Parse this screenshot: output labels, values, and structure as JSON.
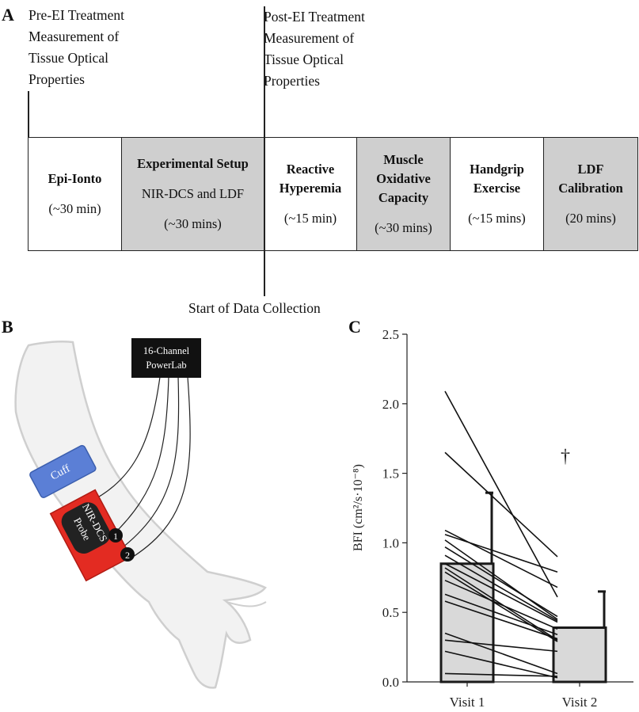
{
  "panels": {
    "a": "A",
    "b": "B",
    "c": "C"
  },
  "timeline": {
    "pre_label": [
      "Pre-EI Treatment",
      "Measurement of",
      "Tissue Optical",
      "Properties"
    ],
    "post_label": [
      "Post-EI Treatment",
      "Measurement of",
      "Tissue Optical",
      "Properties"
    ],
    "start_label": "Start of Data Collection",
    "steps": [
      {
        "title": [
          "Epi-Ionto"
        ],
        "sub": [
          "(~30 min)"
        ],
        "shaded": false
      },
      {
        "title": [
          "Experimental Setup"
        ],
        "sub": [
          "NIR-DCS and LDF",
          "(~30 mins)"
        ],
        "shaded": true
      },
      {
        "title": [
          "Reactive",
          "Hyperemia"
        ],
        "sub": [
          "(~15 min)"
        ],
        "shaded": false
      },
      {
        "title": [
          "Muscle",
          "Oxidative",
          "Capacity"
        ],
        "sub": [
          "(~30 mins)"
        ],
        "shaded": true
      },
      {
        "title": [
          "Handgrip",
          "Exercise"
        ],
        "sub": [
          "(~15 mins)"
        ],
        "shaded": false
      },
      {
        "title": [
          "LDF",
          "Calibration"
        ],
        "sub": [
          "(20 mins)"
        ],
        "shaded": true
      }
    ]
  },
  "arm": {
    "powerlab": [
      "16-Channel",
      "PowerLab"
    ],
    "cuff": "Cuff",
    "probe": [
      "NIR-DCS",
      "Probe"
    ],
    "site1": "1",
    "site2": "2"
  },
  "chart_data": {
    "type": "bar",
    "categories": [
      "Visit 1",
      "Visit 2"
    ],
    "values": [
      0.85,
      0.39
    ],
    "error_upper": [
      1.36,
      0.65
    ],
    "ylabel": "BFI (cm²/s·10⁻⁸)",
    "ylim": [
      0,
      2.5
    ],
    "yticks": [
      "0.0",
      "0.5",
      "1.0",
      "1.5",
      "2.0",
      "2.5"
    ],
    "significance_marker": "†",
    "paired_lines": [
      [
        2.09,
        0.61
      ],
      [
        1.65,
        0.9
      ],
      [
        1.09,
        0.68
      ],
      [
        1.06,
        0.79
      ],
      [
        1.02,
        0.45
      ],
      [
        0.97,
        0.47
      ],
      [
        0.91,
        0.44
      ],
      [
        0.85,
        0.43
      ],
      [
        0.82,
        0.3
      ],
      [
        0.79,
        0.29
      ],
      [
        0.73,
        0.38
      ],
      [
        0.63,
        0.34
      ],
      [
        0.58,
        0.31
      ],
      [
        0.35,
        0.06
      ],
      [
        0.3,
        0.22
      ],
      [
        0.22,
        0.03
      ],
      [
        0.06,
        0.04
      ]
    ],
    "colors": {
      "bar": "#d9d9d9",
      "edge": "#1a1a1a"
    }
  }
}
